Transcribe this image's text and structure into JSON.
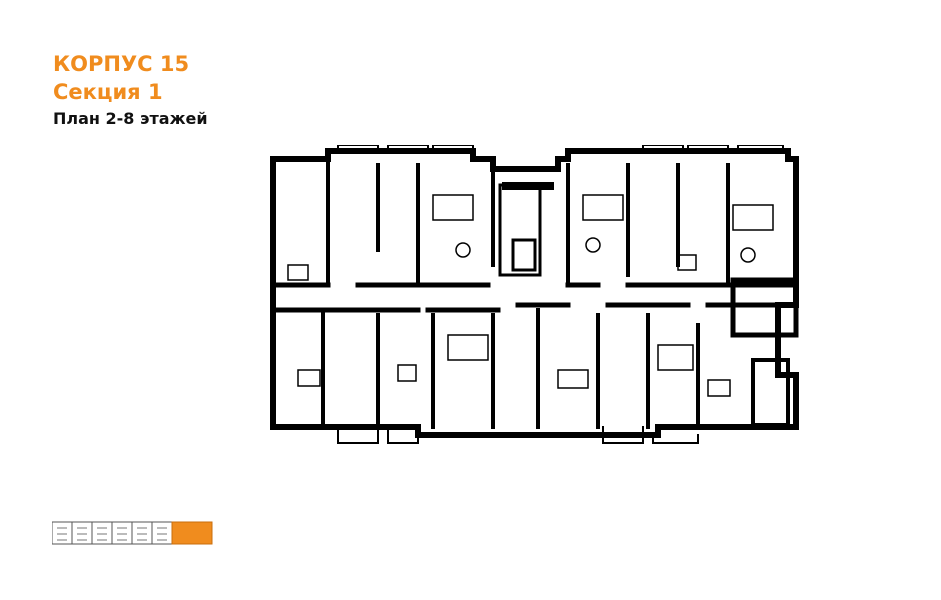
{
  "title": {
    "building": "КОРПУС 15",
    "section": "Секция 1",
    "plan": "План 2-8 этажей"
  },
  "colors": {
    "accent": "#f08c1e",
    "wall": "#000000",
    "text": "#111111"
  }
}
